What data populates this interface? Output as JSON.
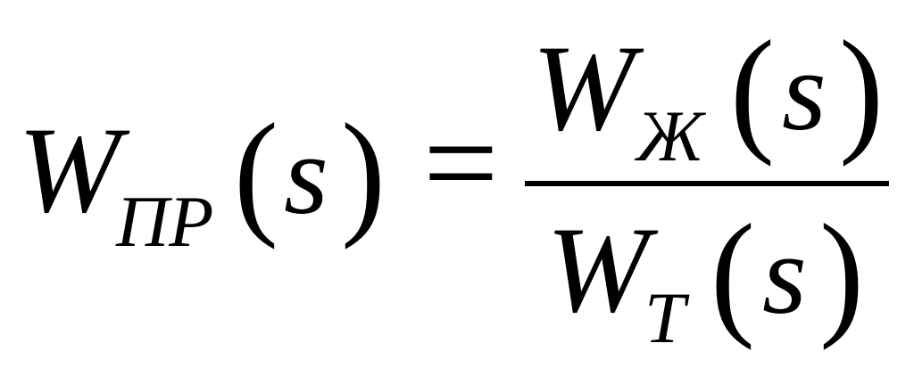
{
  "formula": {
    "lhs": {
      "symbol": "W",
      "subscript": "ПР",
      "open_paren": "(",
      "variable": "s",
      "close_paren": ")"
    },
    "equals": "=",
    "numerator": {
      "symbol": "W",
      "subscript": "Ж",
      "open_paren": "(",
      "variable": "s",
      "close_paren": ")"
    },
    "denominator": {
      "symbol": "W",
      "subscript": "T",
      "open_paren": "(",
      "variable": "s",
      "close_paren": ")"
    }
  }
}
